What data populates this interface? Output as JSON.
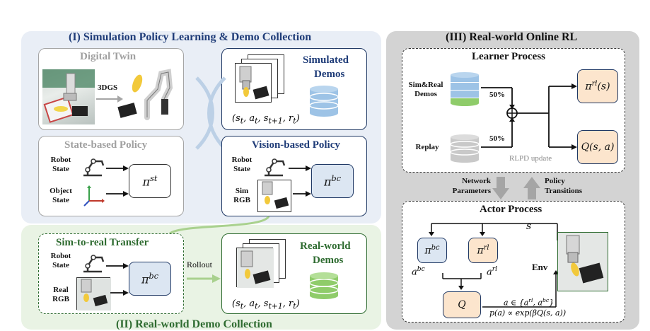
{
  "section1": {
    "title": "(I) Simulation Policy Learning & Demo Collection",
    "digital_twin": {
      "title": "Digital Twin",
      "method": "3DGS"
    },
    "simulated_demos": {
      "title_line1": "Simulated",
      "title_line2": "Demos",
      "tuple": "(s_t, a_t, s_{t+1}, r_t)"
    },
    "state_based_policy": {
      "title": "State-based Policy",
      "robot_state": [
        "Robot",
        "State"
      ],
      "object_state": [
        "Object",
        "State"
      ],
      "policy": "π^{st}"
    },
    "vision_based_policy": {
      "title": "Vision-based Policy",
      "robot_state": [
        "Robot",
        "State"
      ],
      "sim_rgb": [
        "Sim",
        "RGB"
      ],
      "policy": "π^{bc}"
    }
  },
  "section2": {
    "title": "(II) Real-world Demo Collection",
    "sim_to_real": {
      "title": "Sim-to-real Transfer",
      "robot_state": [
        "Robot",
        "State"
      ],
      "real_rgb": [
        "Real",
        "RGB"
      ],
      "policy": "π^{bc}"
    },
    "rollout": "Rollout",
    "real_world_demos": {
      "title_line1": "Real-world",
      "title_line2": "Demos",
      "tuple": "(s_t, a_t, s_{t+1}, r_t)"
    }
  },
  "section3": {
    "title": "(III) Real-world Online RL",
    "learner": {
      "title": "Learner Process",
      "sim_real_demos": [
        "Sim&Real",
        "Demos"
      ],
      "replay": "Replay",
      "ratio_top": "50%",
      "ratio_bottom": "50%",
      "update": "RLPD update",
      "pi_rl": "π^{rl}(s)",
      "q": "Q(s, a)"
    },
    "network_parameters": [
      "Network",
      "Parameters"
    ],
    "policy_transitions": [
      "Policy",
      "Transitions"
    ],
    "actor": {
      "title": "Actor Process",
      "state": "s",
      "pi_bc": "π^{bc}",
      "pi_rl": "π^{rl}",
      "a_bc": "a^{bc}",
      "a_rl": "a^{rl}",
      "env": "Env",
      "q": "Q",
      "action_set": "a ∈ {a^{rl}, a^{bc}}",
      "prob": "p(a) ∝ exp(βQ(s, a))"
    }
  },
  "colors": {
    "blue_panel": "#e9eef6",
    "green_panel": "#e9f3e4",
    "gray_panel": "#d3d3d3",
    "blue_box": "#dce6f2",
    "orange_box": "#fce5cd",
    "db_blue": "#9dc3e6",
    "db_green": "#8fcc6a",
    "db_gray": "#c9c9c9"
  }
}
